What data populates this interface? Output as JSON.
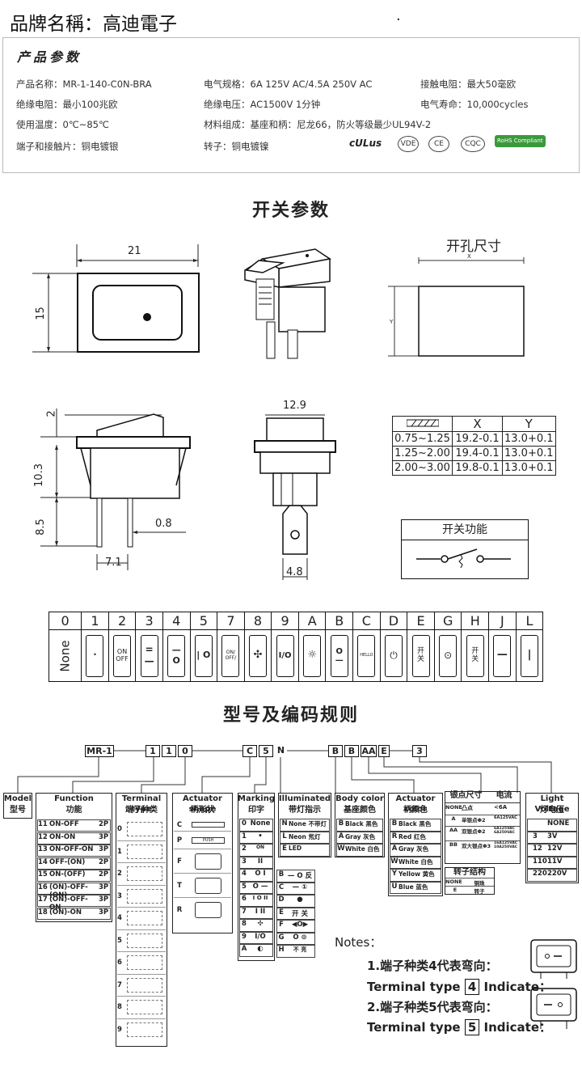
{
  "brand": "品牌名稱：高迪電子",
  "brand_dot": "·",
  "params_title": "产品参数",
  "params": [
    [
      "产品名称：MR-1-140-C0N-BRA",
      "电气规格：6A  125V  AC/4.5A 250V  AC",
      "接触电阻：最大50毫欧"
    ],
    [
      "绝缘电阻：最小100兆欧",
      "绝缘电压：AC1500V 1分钟",
      "电气寿命：10,000cycles"
    ],
    [
      "使用温度：0℃~85℃",
      "材料组成：基座和柄：尼龙66，防火等级最少UL94V-2",
      ""
    ],
    [
      "端子和接触片：铜电镀银",
      "转子：铜电镀镍",
      ""
    ]
  ],
  "certs": [
    "cULus",
    "VDE",
    "CE",
    "CQC",
    "RoHS Compliant"
  ],
  "switch_params_title": "开关参数",
  "cutout_title": "开孔尺寸",
  "cutout_x": "X",
  "cutout_y": "Y",
  "dims": {
    "w21": "21",
    "h15": "15",
    "h2": "2",
    "h10_3": "10.3",
    "h8_5": "8.5",
    "w0_8": "0.8",
    "w7_1": "7.1",
    "w12_9": "12.9",
    "w4_8": "4.8"
  },
  "hole_table": {
    "headers": [
      "",
      "X",
      "Y"
    ],
    "rows": [
      [
        "0.75~1.25",
        "19.2-0.1",
        "13.0+0.1"
      ],
      [
        "1.25~2.00",
        "19.4-0.1",
        "13.0+0.1"
      ],
      [
        "2.00~3.00",
        "19.8-0.1",
        "13.0+0.1"
      ]
    ]
  },
  "switch_function_title": "开关功能",
  "actuator_codes": [
    "0",
    "1",
    "2",
    "3",
    "4",
    "5",
    "7",
    "8",
    "9",
    "A",
    "B",
    "C",
    "D",
    "E",
    "G",
    "H",
    "J",
    "L"
  ],
  "actuator_marks": [
    "None",
    "•",
    "ON OFF",
    "= —",
    "— O",
    "| O",
    "ON/ OFF/",
    "✣",
    "I/O",
    "☼",
    "O —",
    "HELLO",
    "⏻",
    "开 关",
    "⊙",
    "开 关",
    "—",
    "|"
  ],
  "coding_title": "型号及编码规则",
  "code_boxes": [
    "MR-1",
    "1",
    "1",
    "0",
    "C",
    "5",
    "N",
    "B",
    "B",
    "AA",
    "E",
    "3"
  ],
  "groups": {
    "model": {
      "en": "Model",
      "cn": "型号"
    },
    "function": {
      "en": "Function",
      "cn": "功能",
      "rows": [
        [
          "11",
          "ON-OFF",
          "2P"
        ],
        [
          "12",
          "ON-ON",
          "3P"
        ],
        [
          "13",
          "ON-OFF-ON",
          "3P"
        ],
        [
          "14",
          "OFF-(ON)",
          "2P"
        ],
        [
          "15",
          "ON-(OFF)",
          "2P"
        ],
        [
          "16",
          "(ON)-OFF-(ON)",
          "3P"
        ],
        [
          "17",
          "(ON)-OFF-ON",
          "3P"
        ],
        [
          "18",
          "(ON)-ON",
          "3P"
        ]
      ]
    },
    "terminal": {
      "en": "Terminal type",
      "cn": "端子种类",
      "codes": [
        "0",
        "1",
        "2",
        "3",
        "4",
        "5",
        "6",
        "7",
        "8",
        "9"
      ]
    },
    "shape": {
      "en": "Actuator shape",
      "cn": "柄形状",
      "codes": [
        "C",
        "P",
        "F",
        "T",
        "R"
      ],
      "push": "PUSH"
    },
    "marking": {
      "en": "Marking",
      "cn": "印字",
      "rows": [
        [
          "0",
          "None"
        ],
        [
          "1",
          "•"
        ],
        [
          "2",
          "ON"
        ],
        [
          "3",
          "II"
        ],
        [
          "4",
          "O I"
        ],
        [
          "5",
          "O —"
        ],
        [
          "6",
          "I O II"
        ],
        [
          "7",
          "I II"
        ],
        [
          "8",
          "✣"
        ],
        [
          "9",
          "I/O"
        ],
        [
          "A",
          "◐"
        ]
      ],
      "rows2": [
        [
          "B",
          "— O 反"
        ],
        [
          "C",
          "— ①"
        ],
        [
          "D",
          "●"
        ],
        [
          "E",
          "开 关"
        ],
        [
          "F",
          "◀O▶"
        ],
        [
          "G",
          "O ⊙"
        ],
        [
          "H",
          "不 亮"
        ]
      ]
    },
    "illum": {
      "en": "Illuminated",
      "cn": "带灯指示",
      "rows": [
        [
          "N",
          "None 不带灯"
        ],
        [
          "L",
          "Neon 氖灯"
        ],
        [
          "E",
          "LED"
        ]
      ]
    },
    "body": {
      "en": "Body color",
      "cn": "基座颜色",
      "rows": [
        [
          "B",
          "Black 黑色"
        ],
        [
          "A",
          "Gray 灰色"
        ],
        [
          "W",
          "White 白色"
        ]
      ]
    },
    "actuator_color": {
      "en": "Actuator color",
      "cn": "柄颜色",
      "rows": [
        [
          "B",
          "Black 黑色"
        ],
        [
          "R",
          "Red 红色"
        ],
        [
          "A",
          "Gray 灰色"
        ],
        [
          "W",
          "White 白色"
        ],
        [
          "Y",
          "Yellow 黄色"
        ],
        [
          "U",
          "Blue 蓝色"
        ]
      ]
    },
    "contact": {
      "h1": "银点尺寸",
      "h2": "电流",
      "rows": [
        [
          "NONE",
          "凸点",
          "<6A"
        ],
        [
          "A",
          "单银点Φ2",
          "6A125VAC"
        ],
        [
          "AA",
          "双银点Φ2",
          "6A125VAC 6A250VAC"
        ],
        [
          "BB",
          "双大银点Φ3",
          "16A125VAC 10A250VAC"
        ]
      ]
    },
    "rotor": {
      "title": "转子结构",
      "rows": [
        [
          "NONE",
          "铜珠"
        ],
        [
          "E",
          "转子"
        ]
      ]
    },
    "voltage": {
      "en": "Light Voltage",
      "cn": "灯电压",
      "rows": [
        [
          "",
          "NONE"
        ],
        [
          "3",
          "3V"
        ],
        [
          "12",
          "12V"
        ],
        [
          "110",
          "11V"
        ],
        [
          "220",
          "220V"
        ]
      ]
    }
  },
  "notes": {
    "title": "Notes：",
    "n1": "1.端子种类4代表弯向：",
    "n1_line": "Terminal type",
    "n1_num": "4",
    "n1_tail": "Indicate：",
    "n2": "2.端子种类5代表弯向：",
    "n2_line": "Terminal type",
    "n2_num": "5",
    "n2_tail": "Indicate："
  }
}
